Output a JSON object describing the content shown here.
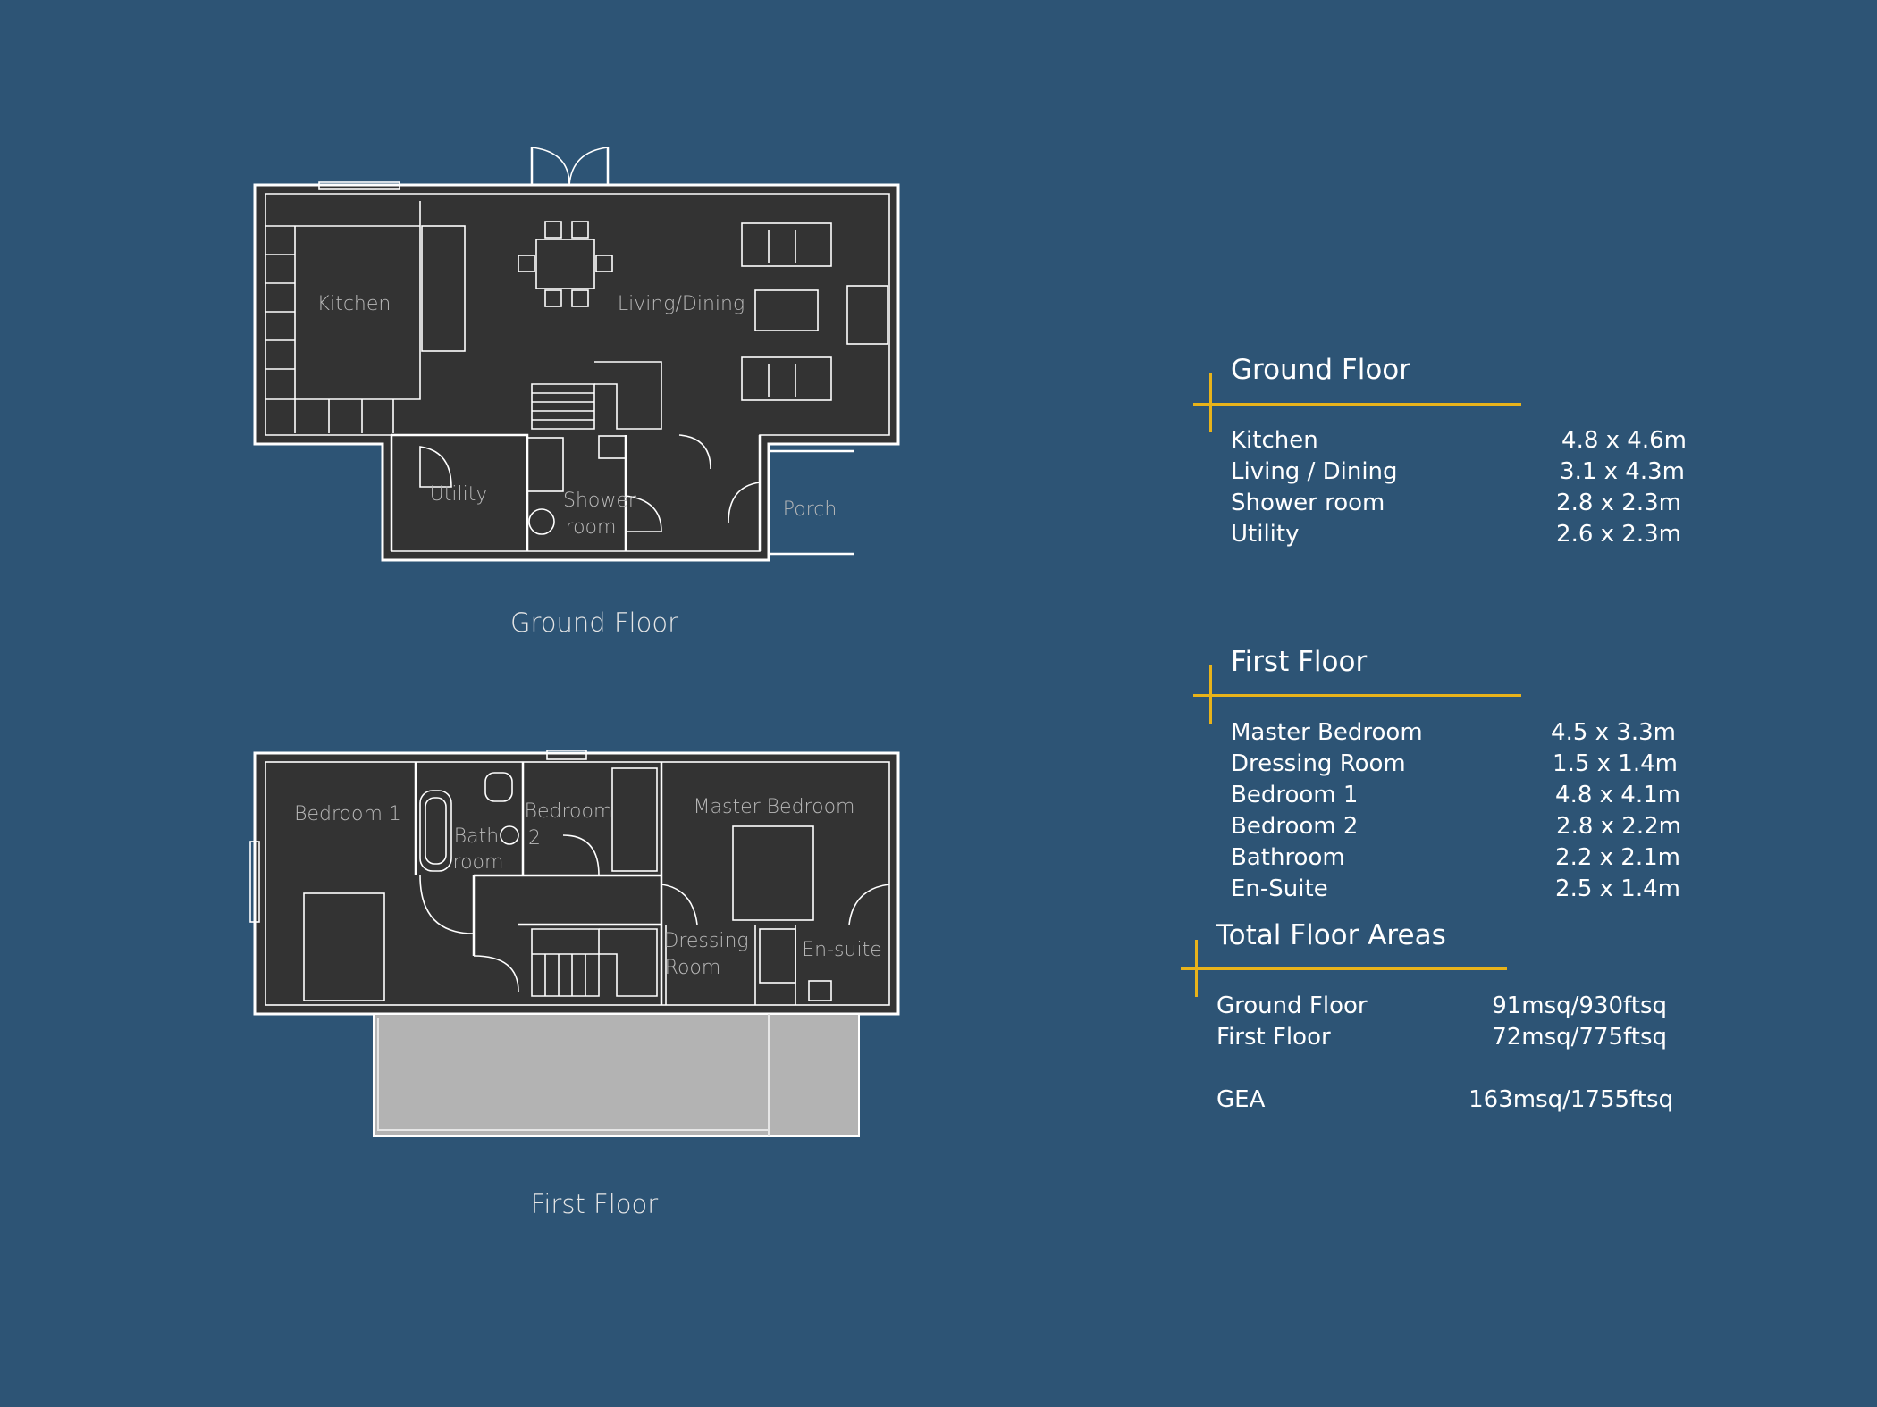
{
  "plans": {
    "ground": {
      "caption": "Ground Floor",
      "rooms": [
        "Kitchen",
        "Living/Dining",
        "Utility",
        "Shower",
        "room",
        "Porch"
      ]
    },
    "first": {
      "caption": "First Floor",
      "rooms": [
        "Bedroom 1",
        "Bath",
        "room",
        "Bedroom",
        "2",
        "Master Bedroom",
        "Dressing",
        "Room",
        "En-suite"
      ]
    }
  },
  "schedule": {
    "ground": {
      "heading": "Ground Floor",
      "rows": [
        {
          "room": "Kitchen",
          "size": "4.8 x 4.6m"
        },
        {
          "room": "Living / Dining",
          "size": "3.1 x 4.3m"
        },
        {
          "room": "Shower room",
          "size": "2.8 x 2.3m"
        },
        {
          "room": "Utility",
          "size": "2.6 x 2.3m"
        }
      ]
    },
    "first": {
      "heading": "First Floor",
      "rows": [
        {
          "room": "Master Bedroom",
          "size": "4.5 x 3.3m"
        },
        {
          "room": "Dressing Room",
          "size": "1.5 x 1.4m"
        },
        {
          "room": "Bedroom 1",
          "size": "4.8 x 4.1m"
        },
        {
          "room": "Bedroom 2",
          "size": "2.8 x 2.2m"
        },
        {
          "room": "Bathroom",
          "size": "2.2 x 2.1m"
        },
        {
          "room": "En-Suite",
          "size": "2.5 x 1.4m"
        }
      ]
    },
    "totals": {
      "heading": "Total Floor Areas",
      "rows": [
        {
          "label": "Ground Floor",
          "value": "91msq/930ftsq"
        },
        {
          "label": "First Floor",
          "value": "72msq/775ftsq"
        },
        {
          "label": "GEA",
          "value": "163msq/1755ftsq"
        }
      ]
    }
  },
  "colors": {
    "background": "#2d5475",
    "plan_fill": "#333333",
    "accent": "#e8b31a",
    "balcony": "#b3b3b3"
  }
}
